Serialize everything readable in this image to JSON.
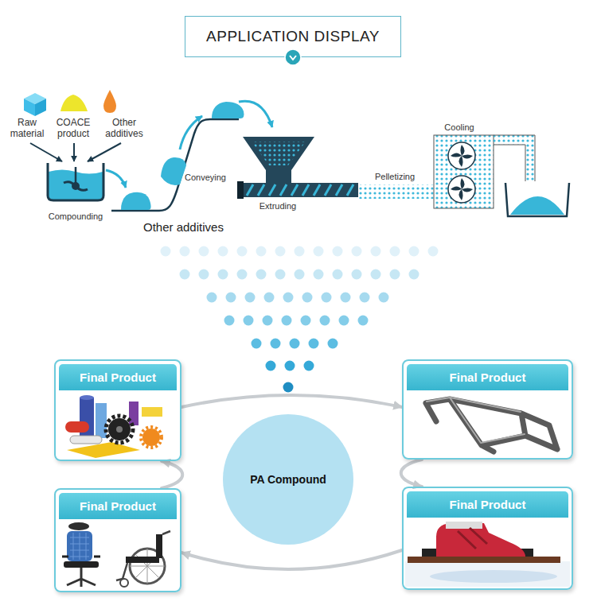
{
  "diagram": {
    "title": "APPLICATION DISPLAY",
    "nodes": [
      {
        "text": [
          "Final Product"
        ]
      },
      {
        "text": [
          "Final Product"
        ]
      },
      {
        "text": [
          "PA Compound"
        ]
      },
      {
        "text": [
          "Final Product"
        ]
      },
      {
        "text": [
          "Final Product"
        ]
      }
    ],
    "edges": [
      {
        "from": 0,
        "to": 1,
        "arrow": "to"
      },
      {
        "from": 1,
        "to": 4,
        "arrow": "to"
      },
      {
        "from": 4,
        "to": 3,
        "arrow": "to"
      },
      {
        "from": 3,
        "to": 0,
        "arrow": "to"
      }
    ],
    "labels": [
      "Raw material",
      "COACE product",
      "Other additives",
      "Compounding",
      "Conveying",
      "Extruding",
      "Pelletizing",
      "Cooling",
      "Other additives"
    ]
  }
}
